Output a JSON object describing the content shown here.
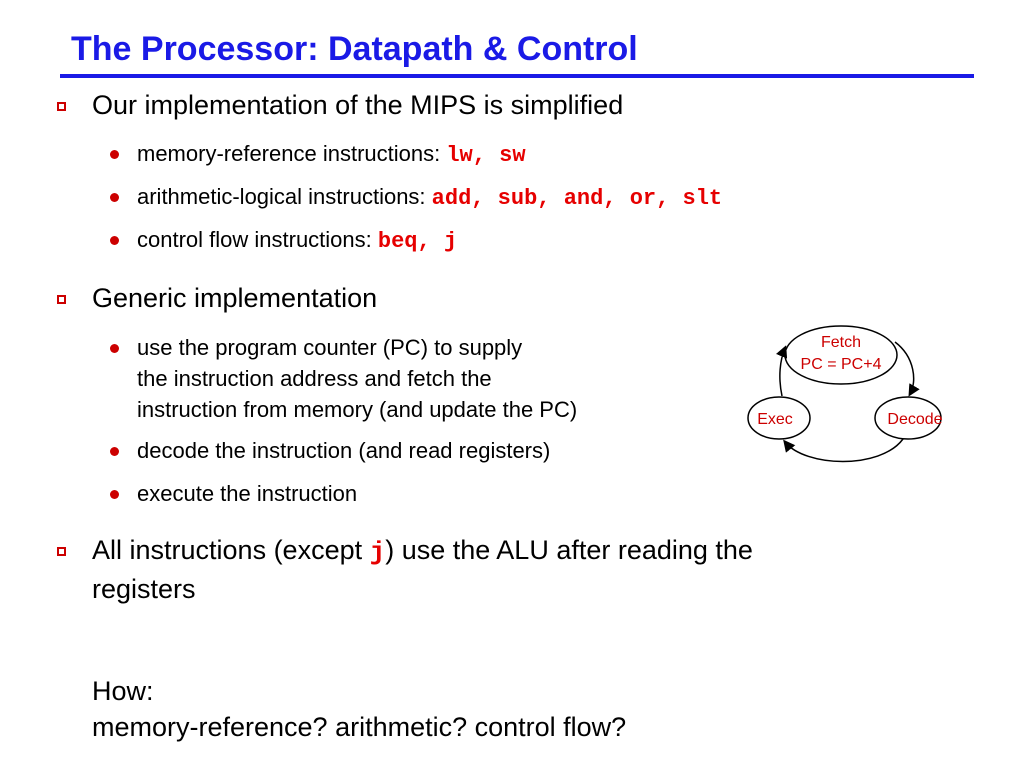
{
  "title": "The Processor:  Datapath & Control",
  "colors": {
    "title": "#1a1ae6",
    "bullet": "#cc0000",
    "code": "#e60000"
  },
  "section1": {
    "text": "Our implementation of the MIPS is simplified",
    "items": [
      {
        "text": "memory-reference instructions: ",
        "code": "lw, sw"
      },
      {
        "text": "arithmetic-logical instructions: ",
        "code": "add, sub, and, or, slt"
      },
      {
        "text": "control flow instructions: ",
        "code": "beq, j"
      }
    ]
  },
  "section2": {
    "text": "Generic implementation",
    "items": [
      {
        "lines": [
          "use the program counter (PC) to supply",
          "the instruction address and fetch the",
          "instruction from memory (and update the PC)"
        ]
      },
      {
        "text": "decode the instruction (and read registers)"
      },
      {
        "text": "execute the instruction"
      }
    ]
  },
  "section3": {
    "line1_pre": "All instructions (except ",
    "line1_code": "j",
    "line1_post": ") use the ALU after reading the",
    "line2": "registers",
    "how": "How:",
    "questions": "memory-reference?  arithmetic?  control flow?"
  },
  "diagram": {
    "fetch_label": "Fetch",
    "fetch_sub": "PC = PC+4",
    "exec_label": "Exec",
    "decode_label": "Decode"
  }
}
